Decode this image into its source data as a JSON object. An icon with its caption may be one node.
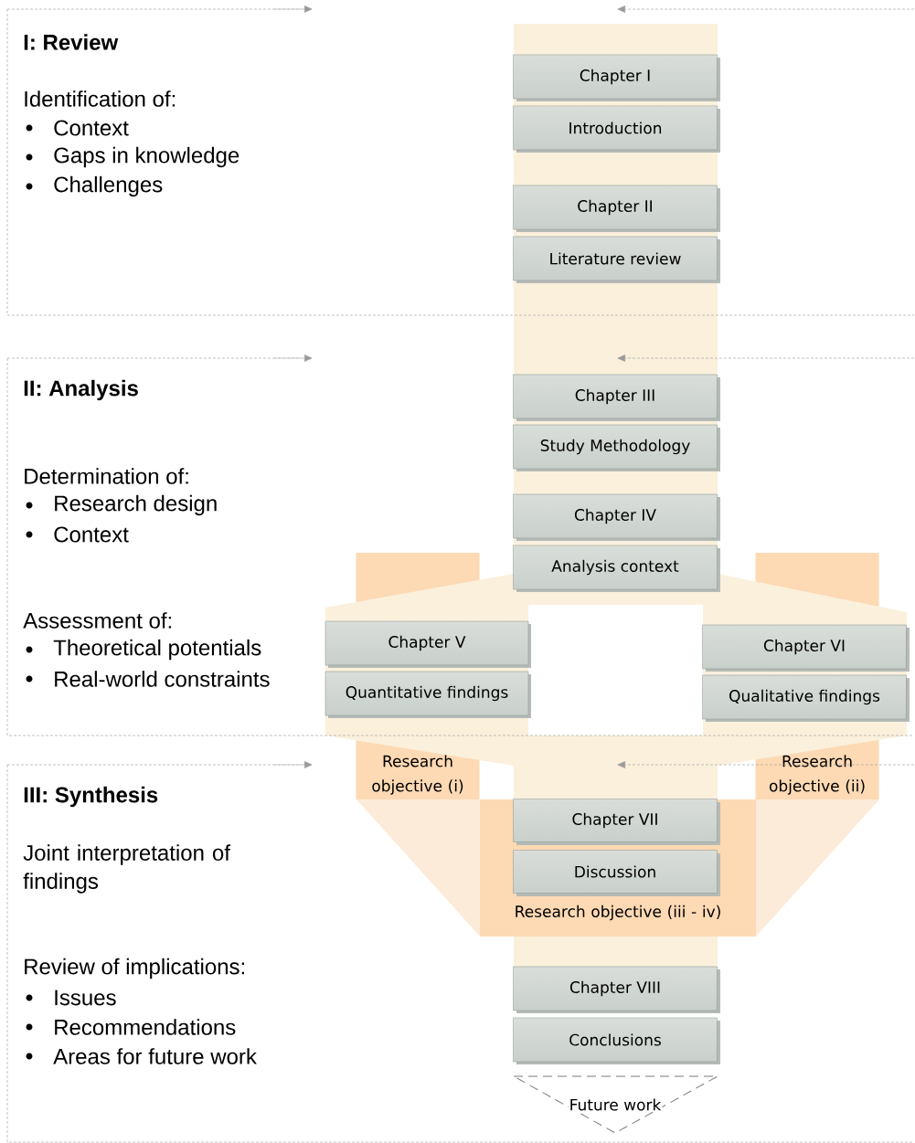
{
  "diagram": {
    "nodes": [
      {
        "text": [
          "I: Review",
          "Identification of:",
          "Context",
          "Gaps in knowledge",
          "Challenges"
        ]
      },
      {
        "text": [
          "Chapter I"
        ],
        "in": 0
      },
      {
        "text": [
          "Introduction"
        ],
        "in": 0
      },
      {
        "text": [
          "Chapter II"
        ],
        "in": 0
      },
      {
        "text": [
          "Literature review"
        ],
        "in": 0
      },
      {
        "text": [
          "II: Analysis",
          "Determination of:",
          "Research design",
          "Context",
          "Assessment of:",
          "Theoretical potentials",
          "Real-world constraints"
        ]
      },
      {
        "text": [
          "Chapter III"
        ],
        "in": 5
      },
      {
        "text": [
          "Study Methodology"
        ],
        "in": 5
      },
      {
        "text": [
          "Chapter IV"
        ],
        "in": 5
      },
      {
        "text": [
          "Analysis context"
        ],
        "in": 5
      },
      {
        "text": [
          "Chapter V"
        ],
        "in": 5
      },
      {
        "text": [
          "Quantitative findings"
        ],
        "in": 5
      },
      {
        "text": [
          "Chapter VI"
        ],
        "in": 5
      },
      {
        "text": [
          "Qualitative findings"
        ],
        "in": 5
      },
      {
        "text": [
          "III: Synthesis",
          "Joint interpretation of findings",
          "Review of implications:",
          "Issues",
          "Recommendations",
          "Areas for future work"
        ]
      },
      {
        "text": [
          "Research objective (i)"
        ]
      },
      {
        "text": [
          "Research objective (ii)"
        ]
      },
      {
        "text": [
          "Research objective (iii - iv)"
        ],
        "in": 14
      },
      {
        "text": [
          "Chapter VII"
        ],
        "in": 17
      },
      {
        "text": [
          "Discussion"
        ],
        "in": 17
      },
      {
        "text": [
          "Chapter VIII"
        ],
        "in": 14
      },
      {
        "text": [
          "Conclusions"
        ],
        "in": 14
      },
      {
        "text": [
          "Future work"
        ],
        "in": 14
      }
    ]
  }
}
